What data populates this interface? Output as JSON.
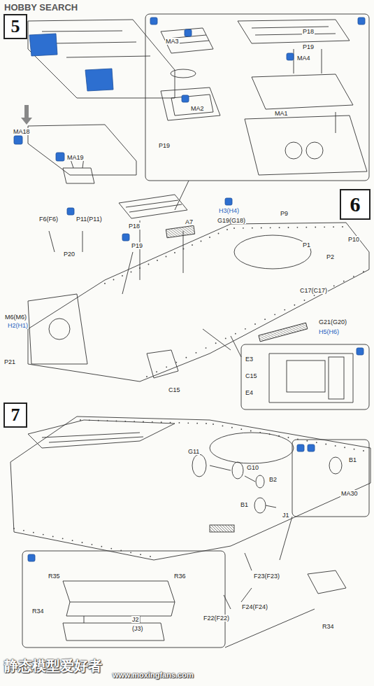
{
  "diagram": {
    "nodes": [
      {
        "text": [
          "5"
        ]
      },
      {
        "text": [
          "6"
        ]
      },
      {
        "text": [
          "7"
        ]
      }
    ],
    "labels": [
      "HOBBY SEARCH",
      "MA3",
      "P18",
      "P19",
      "MA4",
      "MA2",
      "P19",
      "MA1",
      "MA18",
      "MA19",
      "H3(H4)",
      "G19(G18)",
      "A7",
      "P9",
      "P18",
      "P19",
      "F6(F6)",
      "P11(P11)",
      "P1",
      "P2",
      "P10",
      "P20",
      "C17(C17)",
      "M6(M6)",
      "H2(H1)",
      "P21",
      "C15",
      "G21(G20)",
      "H5(H6)",
      "E3",
      "C15",
      "E4",
      "G11",
      "G10",
      "B2",
      "B1",
      "B1",
      "J1",
      "MA30",
      "R35",
      "R36",
      "R34",
      "J2",
      "(J3)",
      "F23(F23)",
      "F24(F24)",
      "F22(F22)",
      "R34",
      "静态模型爱好者",
      "www.moxingfans.com"
    ]
  }
}
